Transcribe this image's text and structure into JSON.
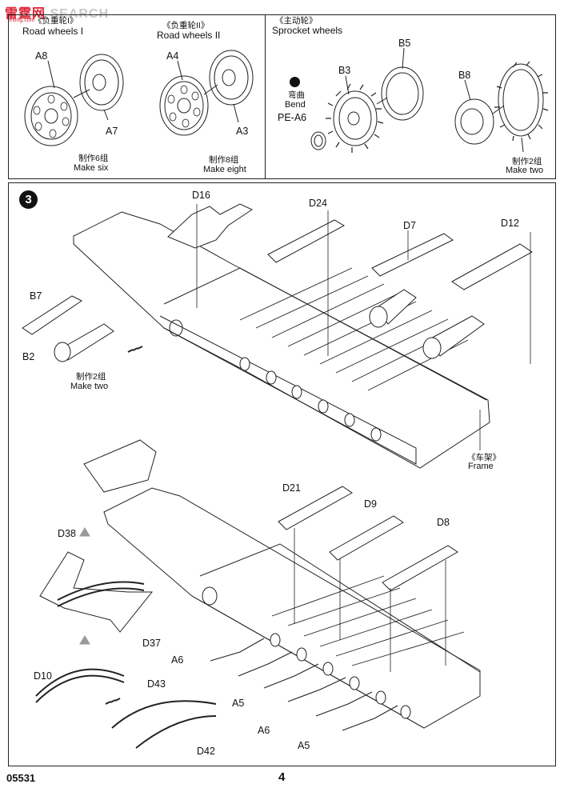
{
  "watermark": {
    "brand_cn": "雷霆网",
    "brand_en": "SEARCH",
    "url": "leiting.com"
  },
  "panel_top_left": {
    "road_wheels_1": {
      "cn": "《负重轮I》",
      "en": "Road wheels I",
      "parts": [
        "A8",
        "A7"
      ],
      "cap_cn": "制作6组",
      "cap_en": "Make six"
    },
    "road_wheels_2": {
      "cn": "《负重轮II》",
      "en": "Road wheels II",
      "parts": [
        "A4",
        "A3"
      ],
      "cap_cn": "制作8组",
      "cap_en": "Make eight"
    }
  },
  "panel_top_right": {
    "cn": "《主动轮》",
    "en": "Sprocket wheels",
    "parts": [
      "B5",
      "B3",
      "B8",
      "PE-A6"
    ],
    "bend_cn": "弯曲",
    "bend_en": "Bend",
    "cap_cn": "制作2组",
    "cap_en": "Make two"
  },
  "step3": {
    "number": "3",
    "parts_upper": [
      "D16",
      "D24",
      "D7",
      "D12",
      "B7",
      "B2"
    ],
    "b_cap_cn": "制作2组",
    "b_cap_en": "Make two",
    "frame_cn": "《车架》",
    "frame_en": "Frame",
    "parts_lower": [
      "D21",
      "D9",
      "D8",
      "D38",
      "D37",
      "A6",
      "D10",
      "A5",
      "D43",
      "A6",
      "A5",
      "D42"
    ]
  },
  "footer": {
    "code": "05531",
    "page": "4"
  }
}
